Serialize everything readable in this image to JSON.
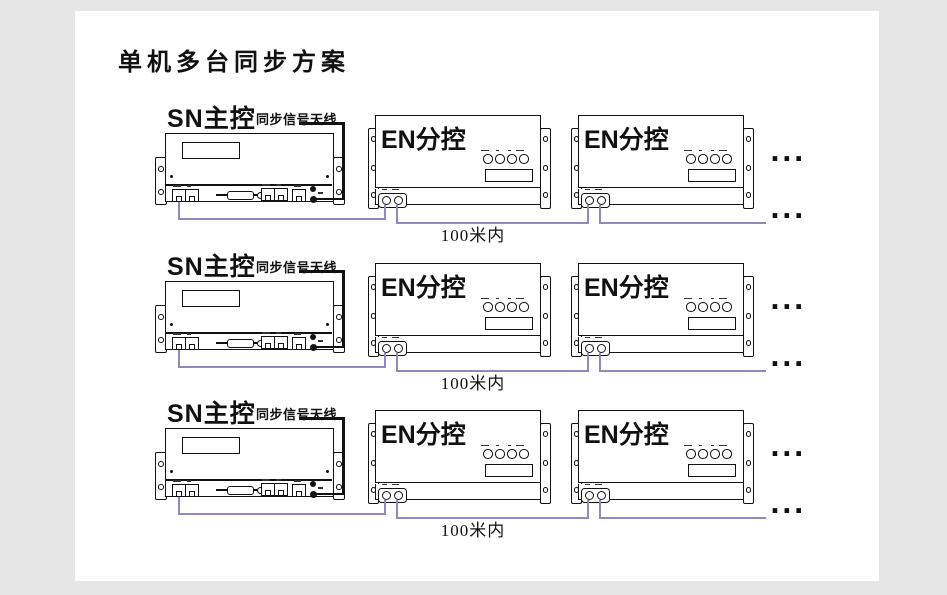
{
  "title": "单机多台同步方案",
  "colors": {
    "background": "#e6e6e6",
    "panel": "#ffffff",
    "line": "#111111",
    "wire": "#8f89bd"
  },
  "rows": [
    {
      "master": {
        "label": "SN主控",
        "antenna_label": "同步信号天线"
      },
      "slaves": [
        {
          "label": "EN分控"
        },
        {
          "label": "EN分控"
        }
      ],
      "distance_label": "100米内",
      "more_top": "...",
      "more_bottom": "..."
    },
    {
      "master": {
        "label": "SN主控",
        "antenna_label": "同步信号天线"
      },
      "slaves": [
        {
          "label": "EN分控"
        },
        {
          "label": "EN分控"
        }
      ],
      "distance_label": "100米内",
      "more_top": "...",
      "more_bottom": "..."
    },
    {
      "master": {
        "label": "SN主控",
        "antenna_label": "同步信号天线"
      },
      "slaves": [
        {
          "label": "EN分控"
        },
        {
          "label": "EN分控"
        }
      ],
      "distance_label": "100米内",
      "more_top": "...",
      "more_bottom": "..."
    }
  ]
}
